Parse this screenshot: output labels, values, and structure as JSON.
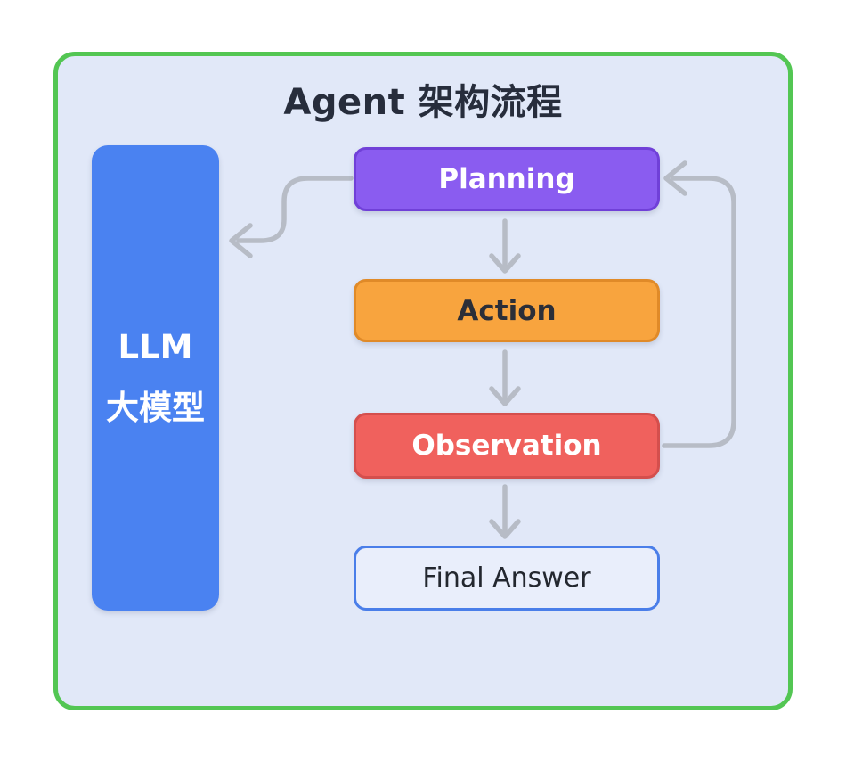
{
  "title": "Agent 架构流程",
  "frame": {
    "border_color": "#53c653",
    "panel_background": "#e1e8f8",
    "page_background": "#ffffff",
    "title_color": "#272d3c"
  },
  "diagram": {
    "arrow_color": "#b7bcc6",
    "nodes": {
      "llm": {
        "lines": [
          "LLM",
          "大模型"
        ],
        "fill": "#4a82f1",
        "text_color": "#ffffff"
      },
      "planning": {
        "label": "Planning",
        "fill": "#8a5cf0",
        "border_color": "#7040d8",
        "text_color": "#ffffff"
      },
      "action": {
        "label": "Action",
        "fill": "#f8a43e",
        "border_color": "#e08a28",
        "text_color": "#2b2e38"
      },
      "observation": {
        "label": "Observation",
        "fill": "#f0615d",
        "border_color": "#d44f4d",
        "text_color": "#ffffff"
      },
      "final_answer": {
        "label": "Final Answer",
        "fill": "#e9eefb",
        "border_color": "#4a7ee9",
        "text_color": "#23272f"
      }
    },
    "edges": [
      {
        "from": "planning",
        "to": "llm"
      },
      {
        "from": "planning",
        "to": "action"
      },
      {
        "from": "action",
        "to": "observation"
      },
      {
        "from": "observation",
        "to": "final_answer"
      },
      {
        "from": "observation",
        "to": "planning"
      }
    ]
  }
}
